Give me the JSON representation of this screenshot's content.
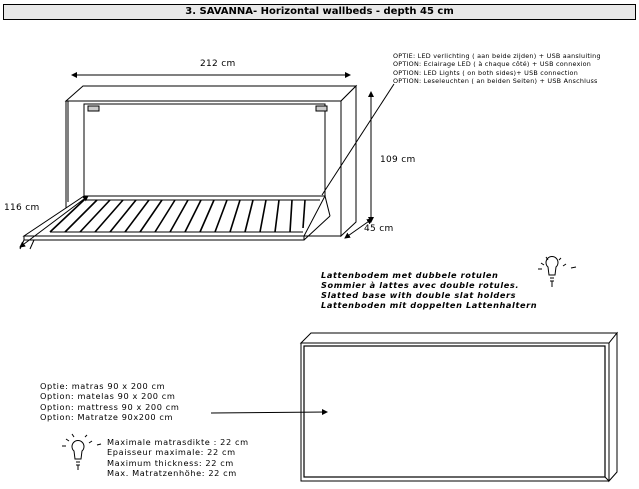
{
  "title": "3. SAVANNA- Horizontal wallbeds - depth 45 cm",
  "dimensions": {
    "width": "212 cm",
    "height": "109 cm",
    "length": "116 cm",
    "depth": "45 cm"
  },
  "led_options": [
    "OPTIE: LED verlichting ( aan beide zijden) + USB aansluiting",
    "OPTION: Eclairage LED ( à chaque côté) + USB connexion",
    "OPTION: LED Lights ( on both sides)+ USB connection",
    "OPTION: Leseleuchten ( an beiden Seiten) + USB Anschluss"
  ],
  "slatted_base": [
    "Lattenbodem met dubbele rotulen",
    "Sommier à lattes avec double rotules.",
    "Slatted base with double slat holders",
    "Lattenboden mit doppelten Lattenhaltern"
  ],
  "mattress_options": [
    "Optie: matras 90 x 200 cm",
    "Option: matelas 90 x 200 cm",
    "Option: mattress 90 x 200 cm",
    "Option: Matratze 90x200 cm"
  ],
  "mattress_thickness": [
    "Maximale matrasdikte : 22 cm",
    "Epaisseur maximale: 22 cm",
    "Maximum thickness: 22 cm",
    "Max. Matratzenhöhe: 22 cm"
  ],
  "icons": [
    "lightbulb-icon",
    "lightbulb-icon"
  ]
}
